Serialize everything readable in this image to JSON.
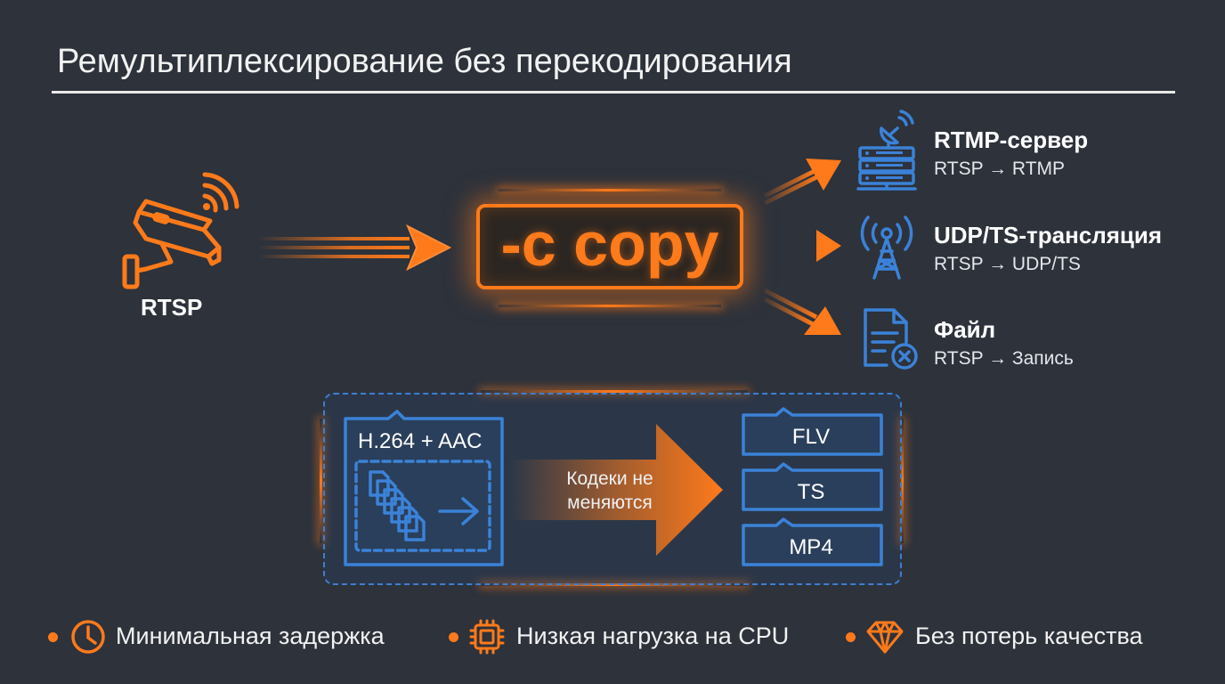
{
  "title": "Ремультиплексирование без перекодирования",
  "source": {
    "label": "RTSP",
    "icon": "security-camera-icon"
  },
  "command": {
    "text": "-c copy"
  },
  "outputs": [
    {
      "title": "RTMP-сервер",
      "subtitle": "RTSP → RTMP",
      "icon": "server-satellite-icon"
    },
    {
      "title": "UDP/TS-трансляция",
      "subtitle": "RTSP → UDP/TS",
      "icon": "broadcast-tower-icon"
    },
    {
      "title": "Файл",
      "subtitle": "RTSP → Запись",
      "icon": "file-record-icon"
    }
  ],
  "remux_panel": {
    "codec_label": "H.264 + AAC",
    "note": "Кодеки не меняются",
    "formats": [
      "FLV",
      "TS",
      "MP4"
    ]
  },
  "features": [
    {
      "label": "Минимальная задержка",
      "icon": "clock-icon"
    },
    {
      "label": "Низкая нагрузка на CPU",
      "icon": "cpu-chip-icon"
    },
    {
      "label": "Без потерь качества",
      "icon": "diamond-icon"
    }
  ],
  "colors": {
    "background": "#2d323b",
    "accent": "#ff7a1a",
    "blue": "#3b82d8"
  }
}
